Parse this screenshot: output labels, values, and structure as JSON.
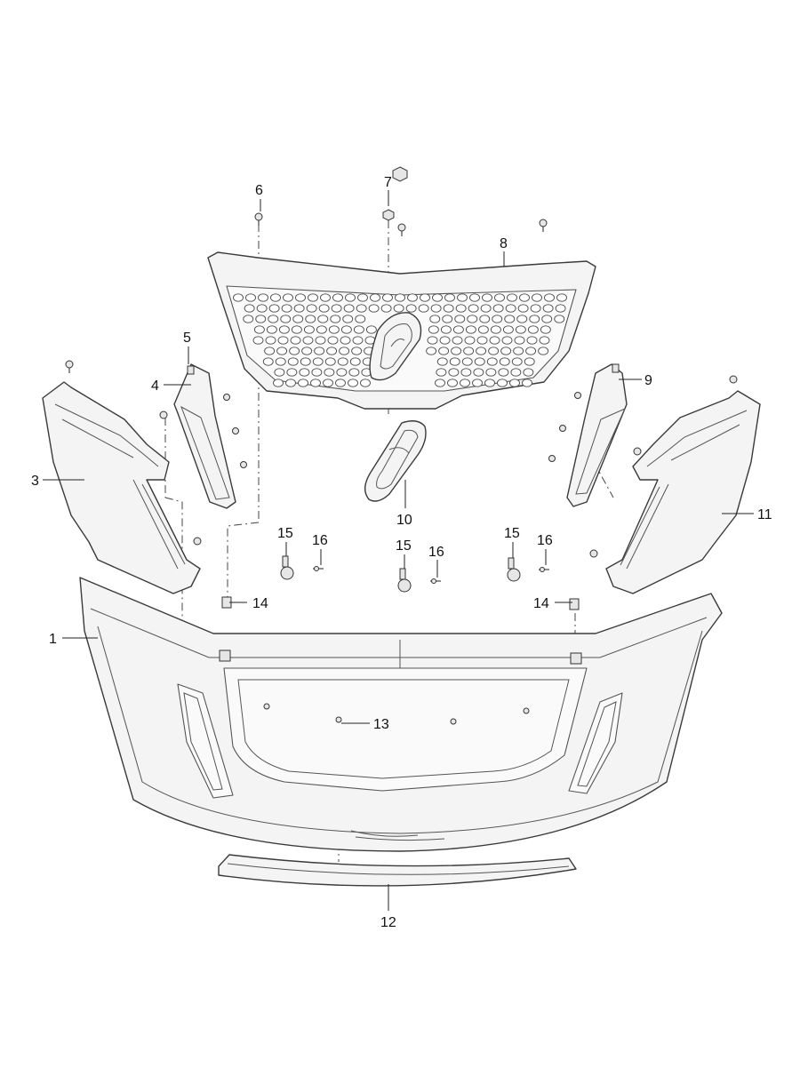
{
  "callouts": [
    {
      "id": "c1",
      "text": "1"
    },
    {
      "id": "c3",
      "text": "3"
    },
    {
      "id": "c4",
      "text": "4"
    },
    {
      "id": "c5",
      "text": "5"
    },
    {
      "id": "c6",
      "text": "6"
    },
    {
      "id": "c7",
      "text": "7"
    },
    {
      "id": "c8",
      "text": "8"
    },
    {
      "id": "c9",
      "text": "9"
    },
    {
      "id": "c10",
      "text": "10"
    },
    {
      "id": "c11",
      "text": "11"
    },
    {
      "id": "c12",
      "text": "12"
    },
    {
      "id": "c13",
      "text": "13"
    },
    {
      "id": "c14a",
      "text": "14"
    },
    {
      "id": "c14b",
      "text": "14"
    },
    {
      "id": "c15a",
      "text": "15"
    },
    {
      "id": "c15b",
      "text": "15"
    },
    {
      "id": "c15c",
      "text": "15"
    },
    {
      "id": "c16a",
      "text": "16"
    },
    {
      "id": "c16b",
      "text": "16"
    },
    {
      "id": "c16c",
      "text": "16"
    }
  ]
}
